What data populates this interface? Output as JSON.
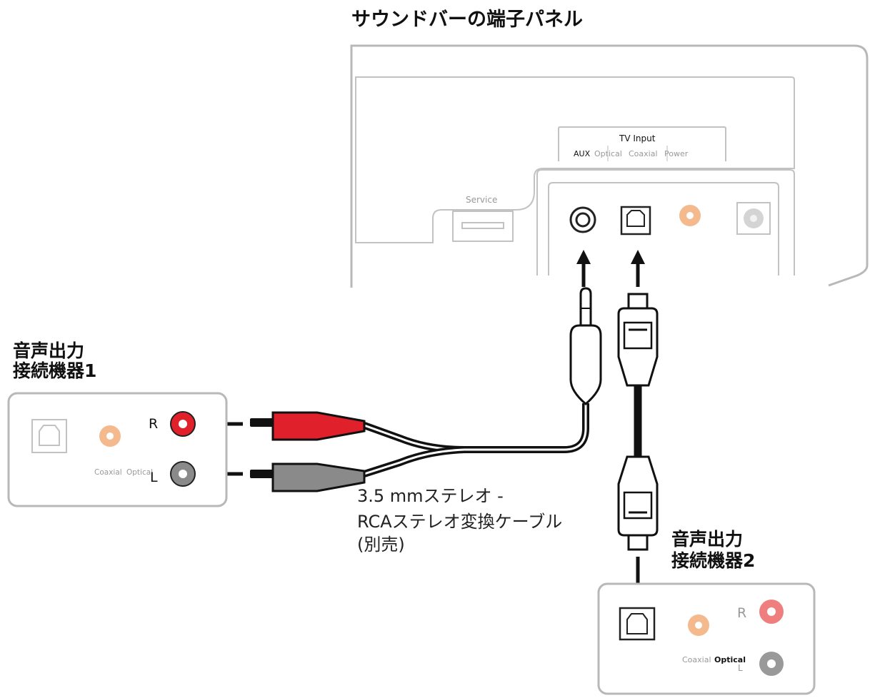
{
  "soundbar": {
    "title": "サウンドバーの端子パネル",
    "section_label": "TV Input",
    "port_labels": {
      "aux": "AUX",
      "optical": "Optical",
      "coaxial": "Coaxial",
      "power": "Power"
    },
    "service_label": "Service"
  },
  "device1": {
    "title_line1": "音声出力",
    "title_line2": "接続機器1",
    "label_r": "R",
    "label_l": "L",
    "label_coaxial": "Coaxial",
    "label_optical": "Optical"
  },
  "device2": {
    "title_line1": "音声出力",
    "title_line2": "接続機器2",
    "label_r": "R",
    "label_l": "L",
    "label_coaxial": "Coaxial",
    "label_optical": "Optical"
  },
  "cable_note": {
    "line1": "3.5 mmステレオ -",
    "line2": "RCAステレオ変換ケーブル",
    "line3": "(別売)"
  },
  "colors": {
    "panel_stroke": "#b8b8b8",
    "cable": "#111111",
    "rca_red": "#e0202a",
    "rca_gray": "#8a8a8a",
    "coaxial_orange": "#f4b98c",
    "faded_red": "#ef7f7f"
  }
}
